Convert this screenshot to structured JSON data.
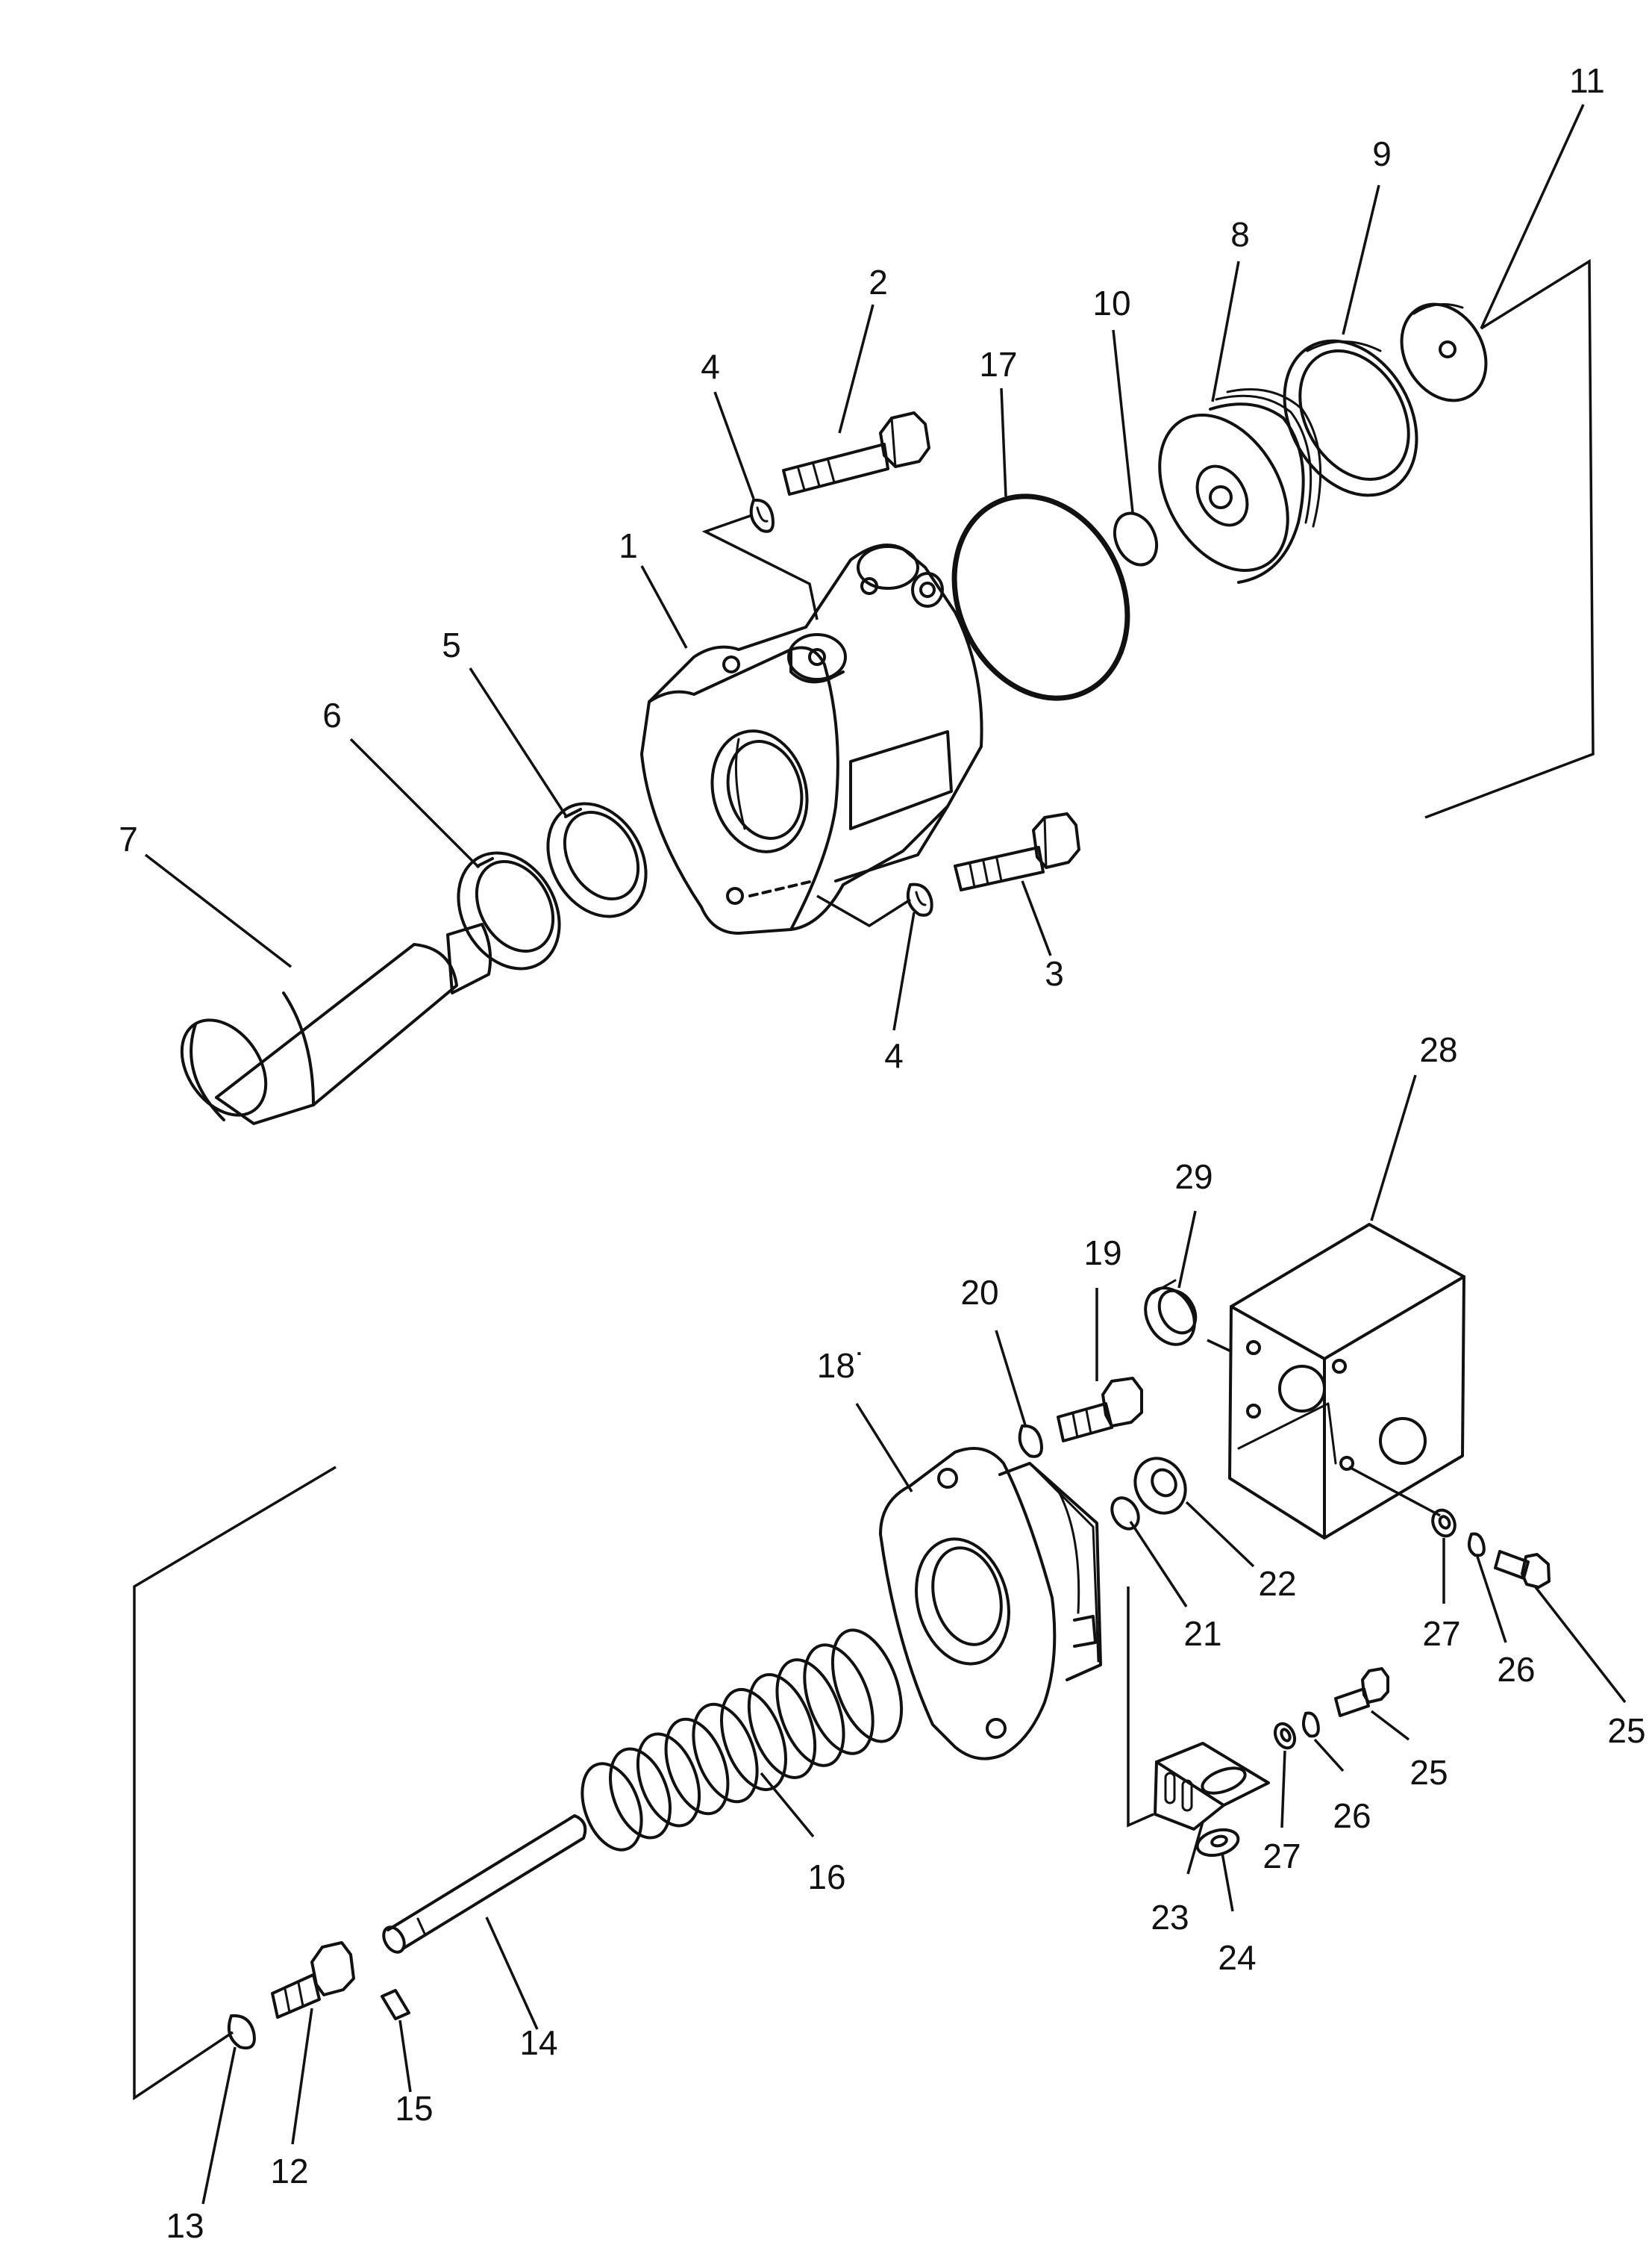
{
  "diagram": {
    "callouts": [
      {
        "id": "c11a",
        "text": "11"
      },
      {
        "id": "c9",
        "text": "9"
      },
      {
        "id": "c8",
        "text": "8"
      },
      {
        "id": "c10",
        "text": "10"
      },
      {
        "id": "c2",
        "text": "2"
      },
      {
        "id": "c17",
        "text": "17"
      },
      {
        "id": "c4a",
        "text": "4"
      },
      {
        "id": "c1",
        "text": "1"
      },
      {
        "id": "c5",
        "text": "5"
      },
      {
        "id": "c6",
        "text": "6"
      },
      {
        "id": "c7",
        "text": "7"
      },
      {
        "id": "c3",
        "text": "3"
      },
      {
        "id": "c4b",
        "text": "4"
      },
      {
        "id": "c28",
        "text": "28"
      },
      {
        "id": "c29",
        "text": "29"
      },
      {
        "id": "c19",
        "text": "19"
      },
      {
        "id": "c20",
        "text": "20"
      },
      {
        "id": "c18",
        "text": "18˙"
      },
      {
        "id": "c22",
        "text": "22"
      },
      {
        "id": "c21",
        "text": "21"
      },
      {
        "id": "c27a",
        "text": "27"
      },
      {
        "id": "c26a",
        "text": "26"
      },
      {
        "id": "c25a",
        "text": "25"
      },
      {
        "id": "c25b",
        "text": "25"
      },
      {
        "id": "c26b",
        "text": "26"
      },
      {
        "id": "c27b",
        "text": "27"
      },
      {
        "id": "c23",
        "text": "23"
      },
      {
        "id": "c24",
        "text": "24"
      },
      {
        "id": "c16",
        "text": "16"
      },
      {
        "id": "c14",
        "text": "14"
      },
      {
        "id": "c15",
        "text": "15"
      },
      {
        "id": "c12",
        "text": "12"
      },
      {
        "id": "c13",
        "text": "13"
      }
    ]
  }
}
